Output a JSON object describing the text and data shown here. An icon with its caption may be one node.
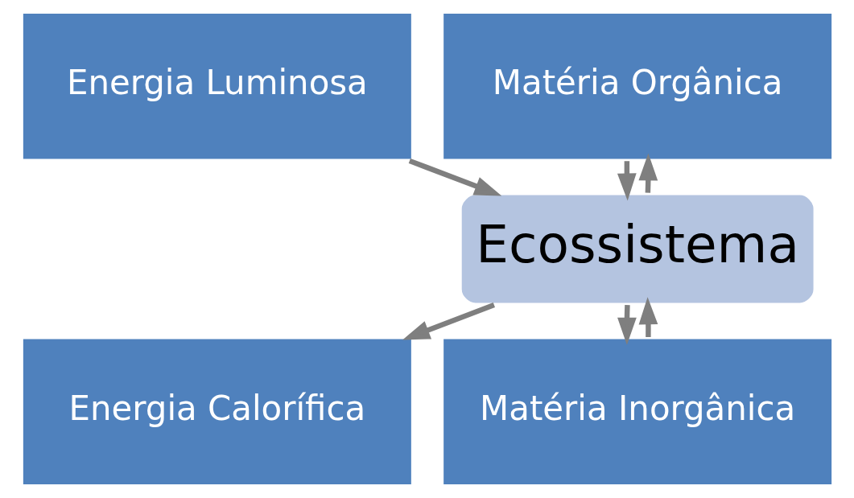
{
  "diagram": {
    "nodes": [
      {
        "text": [
          "Energia Luminosa"
        ]
      },
      {
        "text": [
          "Matéria Orgânica"
        ]
      },
      {
        "text": [
          "Ecossistema"
        ]
      },
      {
        "text": [
          "Energia Calorífica"
        ]
      },
      {
        "text": [
          "Matéria Inorgânica"
        ]
      }
    ],
    "edges": [
      {
        "from": 0,
        "to": 2,
        "arrow": "to"
      },
      {
        "from": 1,
        "to": 2,
        "arrow": "to"
      },
      {
        "from": 2,
        "to": 1,
        "arrow": "to"
      },
      {
        "from": 2,
        "to": 3,
        "arrow": "to"
      },
      {
        "from": 2,
        "to": 4,
        "arrow": "to"
      },
      {
        "from": 4,
        "to": 2,
        "arrow": "to"
      }
    ]
  }
}
